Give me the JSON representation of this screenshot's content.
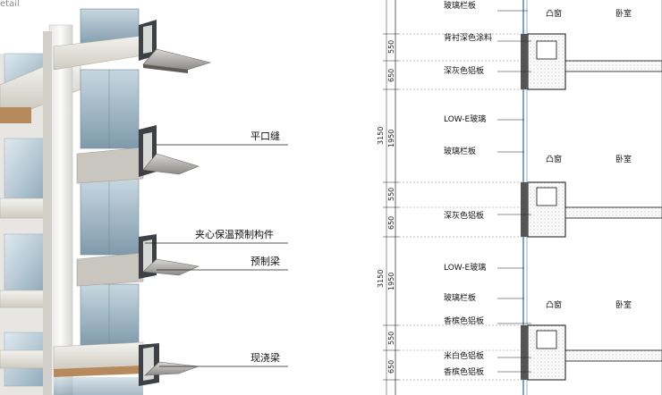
{
  "header_text": "etail",
  "left_callouts": {
    "flat_joint": "平口缝",
    "sandwich_component": "夹心保温预制构件",
    "precast_beam": "预制梁",
    "cast_in_place_beam": "现浇梁"
  },
  "right_labels": {
    "top": {
      "glass_rail": "玻璃栏板",
      "dark_paint": "背衬深色涂料",
      "dark_gray_panel": "深灰色铝板",
      "bay_window": "凸窗",
      "bedroom": "卧室"
    },
    "middle": {
      "low_e_glass": "LOW-E玻璃",
      "glass_rail": "玻璃栏板",
      "dark_gray_panel": "深灰色铝板",
      "bay_window": "凸窗",
      "bedroom": "卧室"
    },
    "bottom": {
      "low_e_glass": "LOW-E玻璃",
      "glass_rail": "玻璃栏板",
      "champagne_panel": "香槟色铝板",
      "off_white_panel": "米白色铝板",
      "champagne_panel_2": "香槟色铝板",
      "bay_window": "凸窗",
      "bedroom": "卧室"
    }
  },
  "dimensions": {
    "d550_a": "550",
    "d650_a": "650",
    "d1950_a": "1950",
    "d3150_a": "3150",
    "d550_b": "550",
    "d650_b": "650",
    "d1950_b": "1950",
    "d3150_b": "3150",
    "d550_c": "550",
    "d650_c": "650"
  }
}
